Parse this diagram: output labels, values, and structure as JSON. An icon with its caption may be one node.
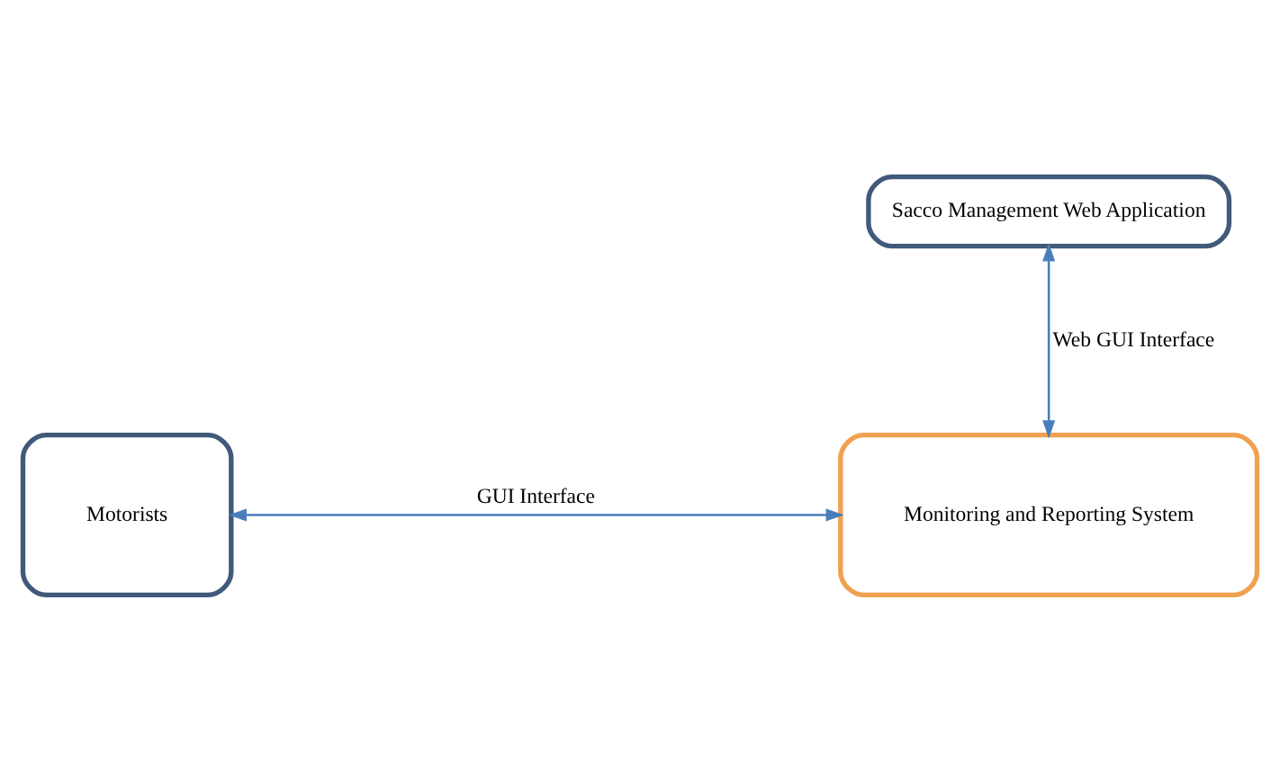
{
  "diagram": {
    "nodes": [
      {
        "text": [
          "Sacco Management Web Application"
        ]
      },
      {
        "text": [
          "Motorists"
        ]
      },
      {
        "text": [
          "Monitoring and Reporting System"
        ]
      }
    ],
    "edges": [
      {
        "from": 0,
        "to": 2,
        "arrow": "both",
        "label": "Web GUI Interface"
      },
      {
        "from": 1,
        "to": 2,
        "arrow": "both",
        "label": "GUI Interface"
      }
    ]
  }
}
